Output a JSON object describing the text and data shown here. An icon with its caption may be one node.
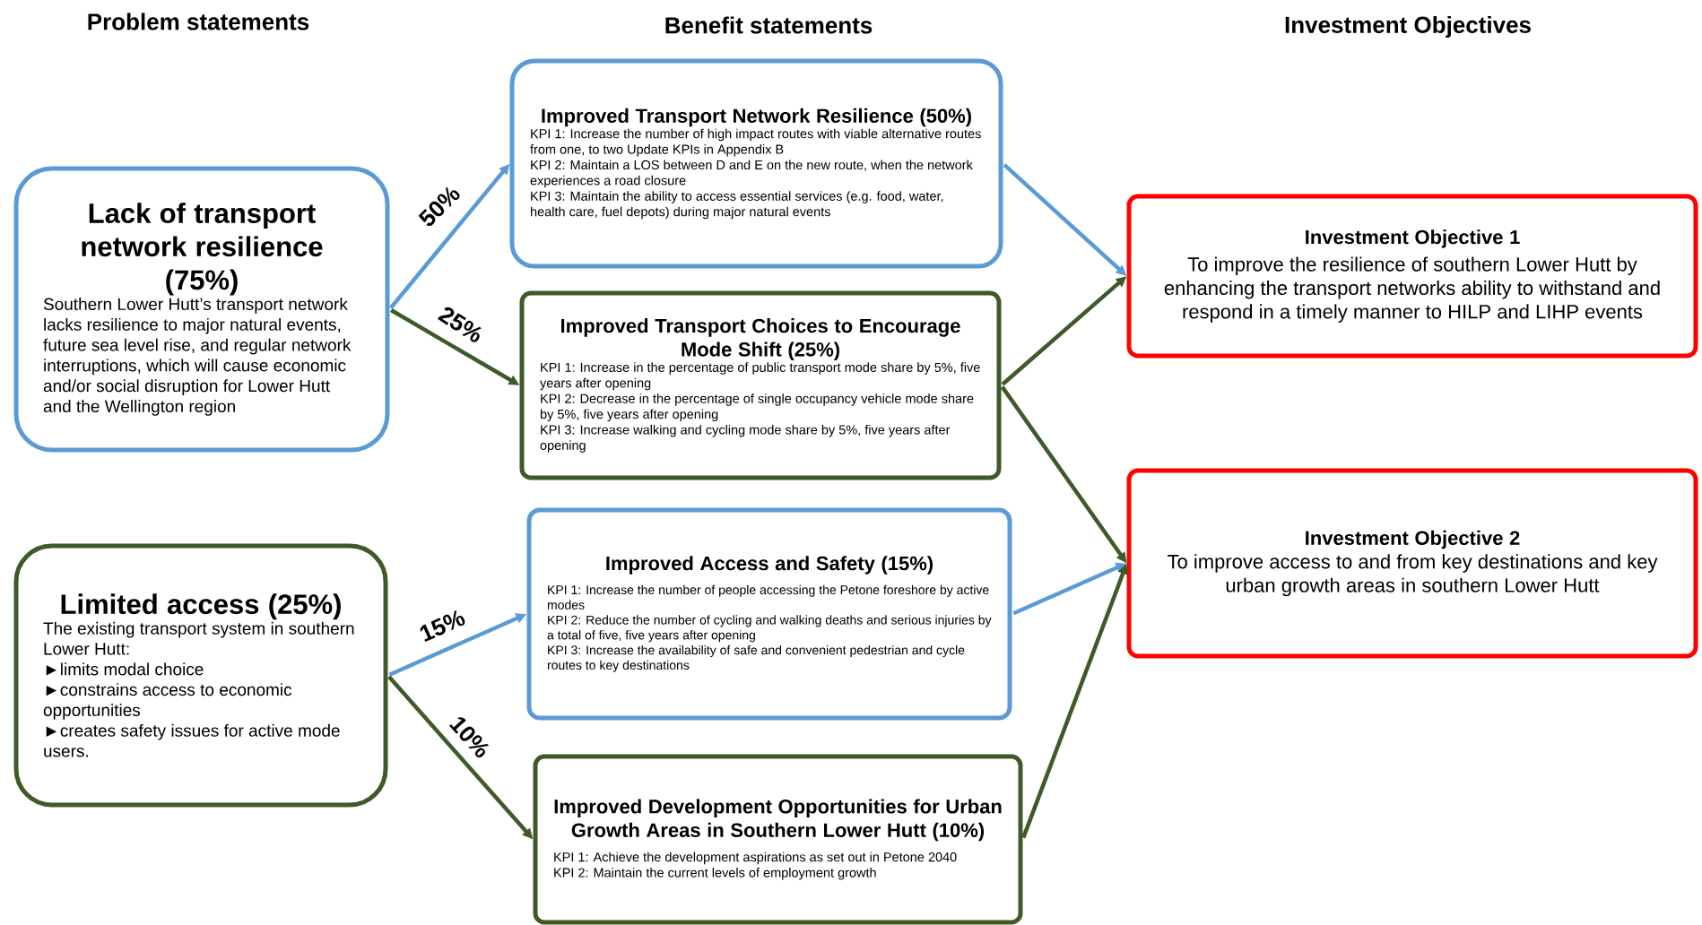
{
  "diagram": {
    "nodes": [
      {
        "text": [
          "Lack of transport network resilience (75%)",
          "Southern Lower Hutt’s transport network lacks resilience to major natural events, future sea level rise, and regular network interruptions, which will cause economic and/or social disruption for Lower Hutt and the Wellington region"
        ]
      },
      {
        "text": [
          "Limited access (25%)",
          "The existing transport system in southern Lower Hutt:",
          "►limits modal choice",
          "►constrains access to economic opportunities",
          "►creates safety issues for active mode users."
        ]
      },
      {
        "text": [
          "Improved Transport Network Resilience (50%)",
          "KPI 1: Increase the number of high impact routes with viable alternative routes from one, to two   Update KPIs in Appendix B",
          "KPI 2: Maintain a LOS between D and E on the new route, when the network experiences a road closure",
          "KPI 3: Maintain the ability to access essential services (e.g. food, water, health care, fuel depots) during major natural events"
        ]
      },
      {
        "text": [
          "Improved Transport Choices to Encourage Mode Shift (25%)",
          "KPI 1:  Increase in the percentage of public transport mode share by 5%, five years after opening",
          "KPI 2: Decrease in the percentage of single occupancy vehicle mode share by 5%, five years after opening",
          "KPI 3: Increase walking and cycling mode share by 5%, five years after opening"
        ]
      },
      {
        "text": [
          "Improved Access and Safety (15%)",
          "KPI 1: Increase the number of people accessing the Petone foreshore by active modes",
          "KPI 2: Reduce the number of cycling and walking deaths and serious injuries by a total of five, five years after opening",
          "KPI 3: Increase the availability of safe and convenient pedestrian and cycle routes to key destinations"
        ]
      },
      {
        "text": [
          "Improved Development Opportunities for Urban Growth Areas in Southern Lower Hutt (10%)",
          "KPI 1: Achieve the development aspirations as set out in Petone 2040",
          "KPI 2: Maintain the current levels of employment growth"
        ]
      },
      {
        "text": [
          "Investment Objective 1",
          "To improve the resilience of southern Lower Hutt by enhancing the transport networks ability to withstand and respond in a timely manner to HILP and LIHP events"
        ]
      },
      {
        "text": [
          "Investment Objective 2",
          "To improve access to and from key destinations and key urban growth areas in southern Lower Hutt"
        ]
      }
    ],
    "edges": [
      {
        "from": 0,
        "to": 2,
        "arrow": "to",
        "label": "50%",
        "color": "#5b9bd5"
      },
      {
        "from": 0,
        "to": 3,
        "arrow": "to",
        "label": "25%"
      },
      {
        "from": 1,
        "to": 4,
        "arrow": "to",
        "label": "15%",
        "color": "#5b9bd5"
      },
      {
        "from": 1,
        "to": 5,
        "arrow": "to",
        "label": "10%"
      },
      {
        "from": 2,
        "to": 6,
        "arrow": "to",
        "color": "#5b9bd5"
      },
      {
        "from": 3,
        "to": 6,
        "arrow": "to"
      },
      {
        "from": 3,
        "to": 7,
        "arrow": "to"
      },
      {
        "from": 4,
        "to": 7,
        "arrow": "to",
        "color": "#5b9bd5"
      },
      {
        "from": 5,
        "to": 7,
        "arrow": "to"
      }
    ],
    "labels": [
      "Problem statements",
      "Benefit statements",
      "Investment Objectives"
    ]
  }
}
